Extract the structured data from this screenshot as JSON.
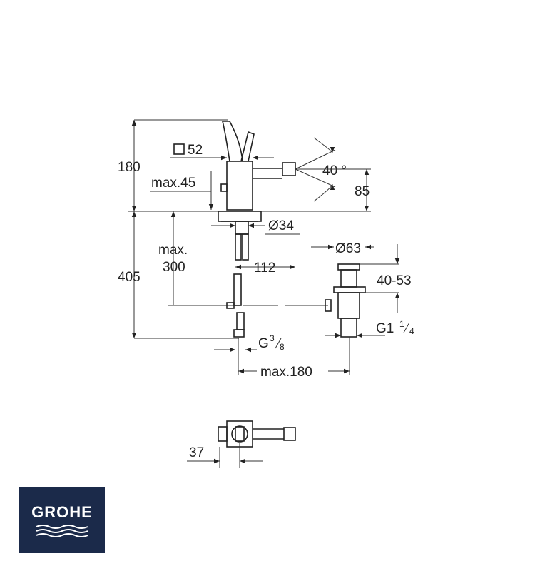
{
  "labels": {
    "height_top": "180",
    "square": "52",
    "angle": "40 °",
    "max45": "max.45",
    "h85": "85",
    "dia34": "Ø34",
    "max300_a": "max.",
    "max300_b": "300",
    "h405": "405",
    "w112": "112",
    "dia63": "Ø63",
    "r4053": "40-53",
    "g114_main": "G1",
    "g114_num": "1",
    "g114_den": "4",
    "g38_main": "G",
    "g38_num": "3",
    "g38_den": "8",
    "max180": "max.180",
    "w37": "37"
  },
  "logo": {
    "text": "GROHE",
    "color": "#1b2a4a"
  }
}
